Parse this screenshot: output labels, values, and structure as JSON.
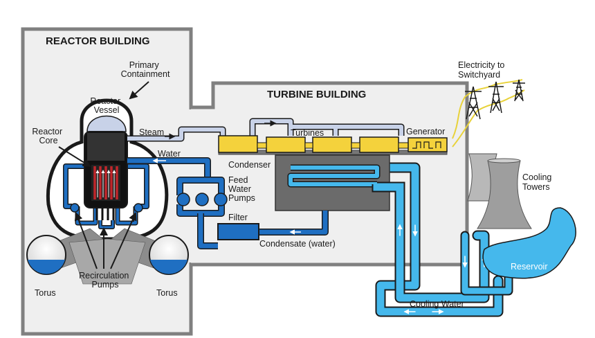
{
  "reactor_building": {
    "title": "REACTOR BUILDING",
    "primary_containment": [
      "Primary",
      "Containment"
    ],
    "reactor_vessel": [
      "Reactor",
      "Vessel"
    ],
    "reactor_core": [
      "Reactor",
      "Core"
    ],
    "steam": "Steam",
    "water": "Water",
    "torus_left": "Torus",
    "torus_right": "Torus",
    "recirculation_pumps": [
      "Recirculation",
      "Pumps"
    ]
  },
  "turbine_building": {
    "title": "TURBINE BUILDING",
    "turbines": "Turbines",
    "generator": "Generator",
    "condenser": "Condenser",
    "feed_water_pumps": [
      "Feed",
      "Water",
      "Pumps"
    ],
    "filter": "Filter",
    "condensate": "Condensate (water)"
  },
  "outside": {
    "electricity": [
      "Electricity to",
      "Switchyard"
    ],
    "cooling_towers": [
      "Cooling",
      "Towers"
    ],
    "reservoir": "Reservoir",
    "cooling_water": "Cooling Water"
  },
  "colors": {
    "building_border": "#808080",
    "building_fill": "#efefef",
    "water_blue": "#1f6fc2",
    "cooling_blue": "#45b8ec",
    "steam_blue": "#c8d2e8",
    "turbine_yellow": "#f4d23c",
    "core_red": "#c0262b"
  }
}
